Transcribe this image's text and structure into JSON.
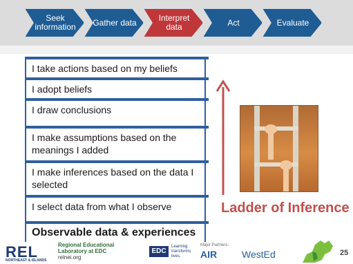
{
  "process": {
    "steps": [
      {
        "label": "Seek information",
        "active": false
      },
      {
        "label": "Gather data",
        "active": false
      },
      {
        "label": "Interpret data",
        "active": true
      },
      {
        "label": "Act",
        "active": false
      },
      {
        "label": "Evaluate",
        "active": false
      }
    ]
  },
  "ladder": {
    "rungs": [
      "I take actions based on my beliefs",
      "I adopt beliefs",
      "I draw conclusions",
      "I make assumptions based on the meanings I added",
      "I make inferences based on the data I selected",
      "I select data from what I observe",
      "Observable data & experiences"
    ],
    "title": "Ladder of Inference"
  },
  "footer": {
    "rel": "REL",
    "rel_sub": "NORTHEAST & ISLANDS",
    "rel_desc_line1": "Regional Educational",
    "rel_desc_line2": "Laboratory at EDC",
    "rel_url": "relnei.org",
    "edc": "EDC",
    "edc_tagline": "Learning transforms lives.",
    "partners_label": "Major Partners:",
    "air": "AIR",
    "wested": "WestEd",
    "page": "25"
  },
  "colors": {
    "chevron": "#1f5c93",
    "chevron_active": "#c0373a",
    "ladder_border": "#2f5f9e",
    "title": "#c0504d",
    "arrow": "#c0504d"
  }
}
